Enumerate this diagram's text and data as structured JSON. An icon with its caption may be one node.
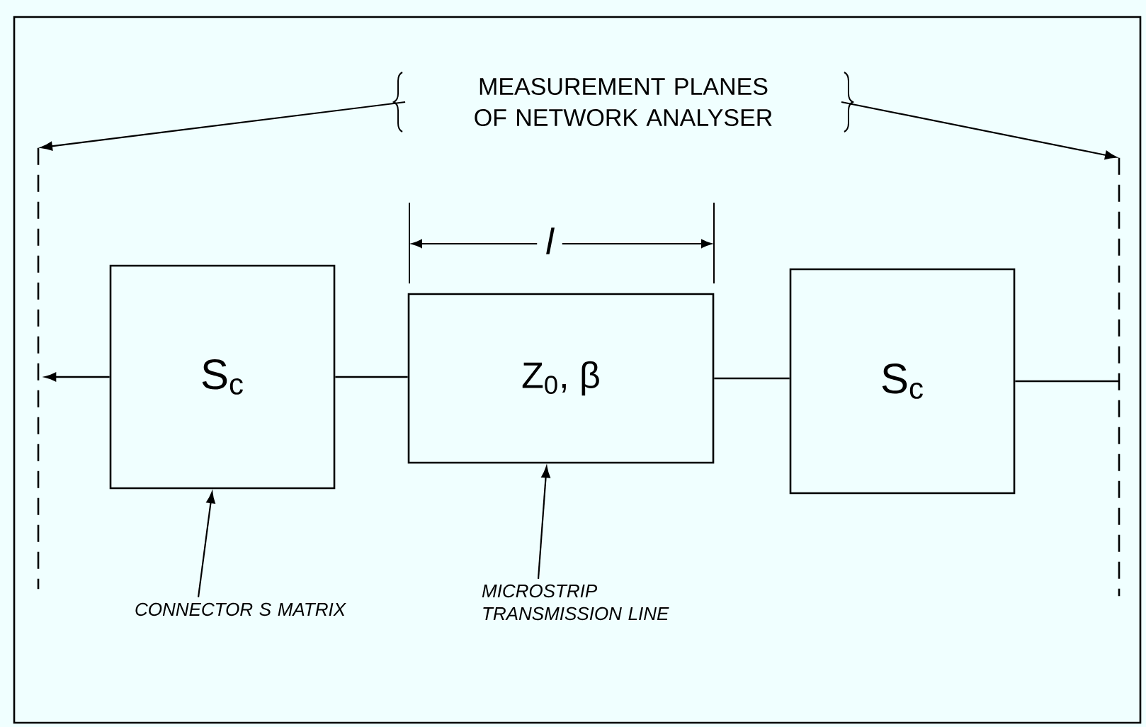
{
  "diagram": {
    "nodes": [
      {
        "text": [
          "MEASUREMENT PLANES OF NETWORK ANALYSER"
        ]
      },
      {
        "text": [],
        "shape": "line"
      },
      {
        "text": [
          "S$_{c}$"
        ]
      },
      {
        "text": [
          "Z$_{0}$, β"
        ]
      },
      {
        "text": [
          "S$_{c}$"
        ]
      },
      {
        "text": [],
        "shape": "line"
      },
      {
        "text": [
          "CONNECTOR S MATRIX"
        ]
      },
      {
        "text": [
          "MICROSTRIP TRANSMISSION LINE"
        ]
      }
    ],
    "edges": [
      {
        "from": 0,
        "to": 1,
        "arrow": "to"
      },
      {
        "from": 0,
        "to": 5,
        "arrow": "to"
      },
      {
        "from": 2,
        "to": 1,
        "arrow": "to"
      },
      {
        "from": 2,
        "to": 3,
        "arrow": "none"
      },
      {
        "from": 3,
        "to": 4,
        "arrow": "none"
      },
      {
        "from": 4,
        "to": 5,
        "arrow": "none"
      },
      {
        "from": 6,
        "to": 2,
        "arrow": "to"
      },
      {
        "from": 7,
        "to": 3,
        "arrow": "to"
      }
    ],
    "labels": [
      "l"
    ]
  }
}
